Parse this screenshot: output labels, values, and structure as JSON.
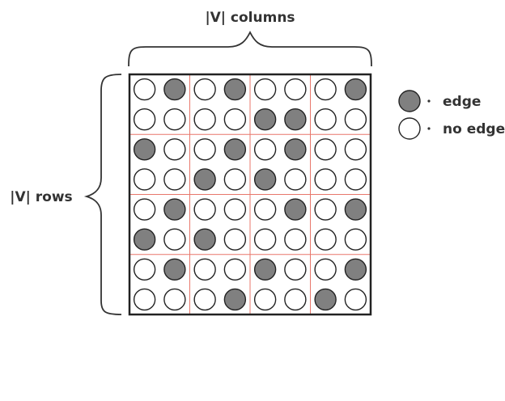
{
  "labels": {
    "columns": "|V| columns",
    "rows": "|V| rows"
  },
  "legend": [
    {
      "key": "edge",
      "label": "edge",
      "filled": true
    },
    {
      "key": "no-edge",
      "label": "no edge",
      "filled": false
    }
  ],
  "matrix": {
    "size": 8,
    "cells": [
      [
        0,
        1,
        0,
        1,
        0,
        0,
        0,
        1
      ],
      [
        0,
        0,
        0,
        0,
        1,
        1,
        0,
        0
      ],
      [
        1,
        0,
        0,
        1,
        0,
        1,
        0,
        0
      ],
      [
        0,
        0,
        1,
        0,
        1,
        0,
        0,
        0
      ],
      [
        0,
        1,
        0,
        0,
        0,
        1,
        0,
        1
      ],
      [
        1,
        0,
        1,
        0,
        0,
        0,
        0,
        0
      ],
      [
        0,
        1,
        0,
        0,
        1,
        0,
        0,
        1
      ],
      [
        0,
        0,
        0,
        1,
        0,
        0,
        1,
        0
      ]
    ]
  },
  "colors": {
    "filled": "#808080",
    "empty": "#ffffff",
    "stroke": "#222222",
    "block_divider": "#e8776b",
    "frame": "#222222",
    "text": "#333333"
  }
}
